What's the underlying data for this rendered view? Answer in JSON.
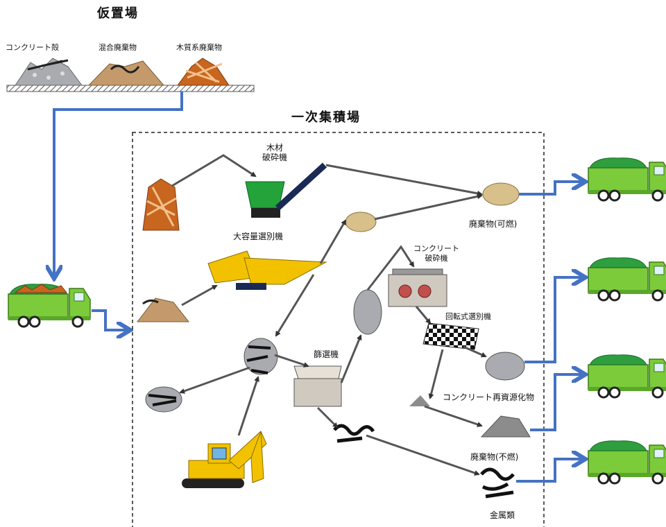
{
  "titles": {
    "temporary_site": "仮置場",
    "primary_site": "一次集積場"
  },
  "piles": {
    "concrete": "コンクリート殻",
    "mixed": "混合廃棄物",
    "wood": "木質系廃棄物"
  },
  "machines": {
    "wood_crusher": "木材\n破砕機",
    "large_sorter": "大容量選別機",
    "concrete_crusher": "コンクリート\n破砕機",
    "rotary_sorter": "回転式選別機",
    "sieve_sorter": "篩選機"
  },
  "products": {
    "combustible": "廃棄物(可燃)",
    "recycled_concrete": "コンクリート再資源化物",
    "incombustible": "廃棄物(不燃)",
    "metal": "金属類"
  },
  "colors": {
    "flow_arrow": "#4472C4",
    "truck_body": "#7CCB3A",
    "truck_load": "#2E9E3E",
    "wood": "#C8651F",
    "excavator": "#F2C200",
    "green_machine": "#23A33A",
    "boundary": "#222222"
  }
}
